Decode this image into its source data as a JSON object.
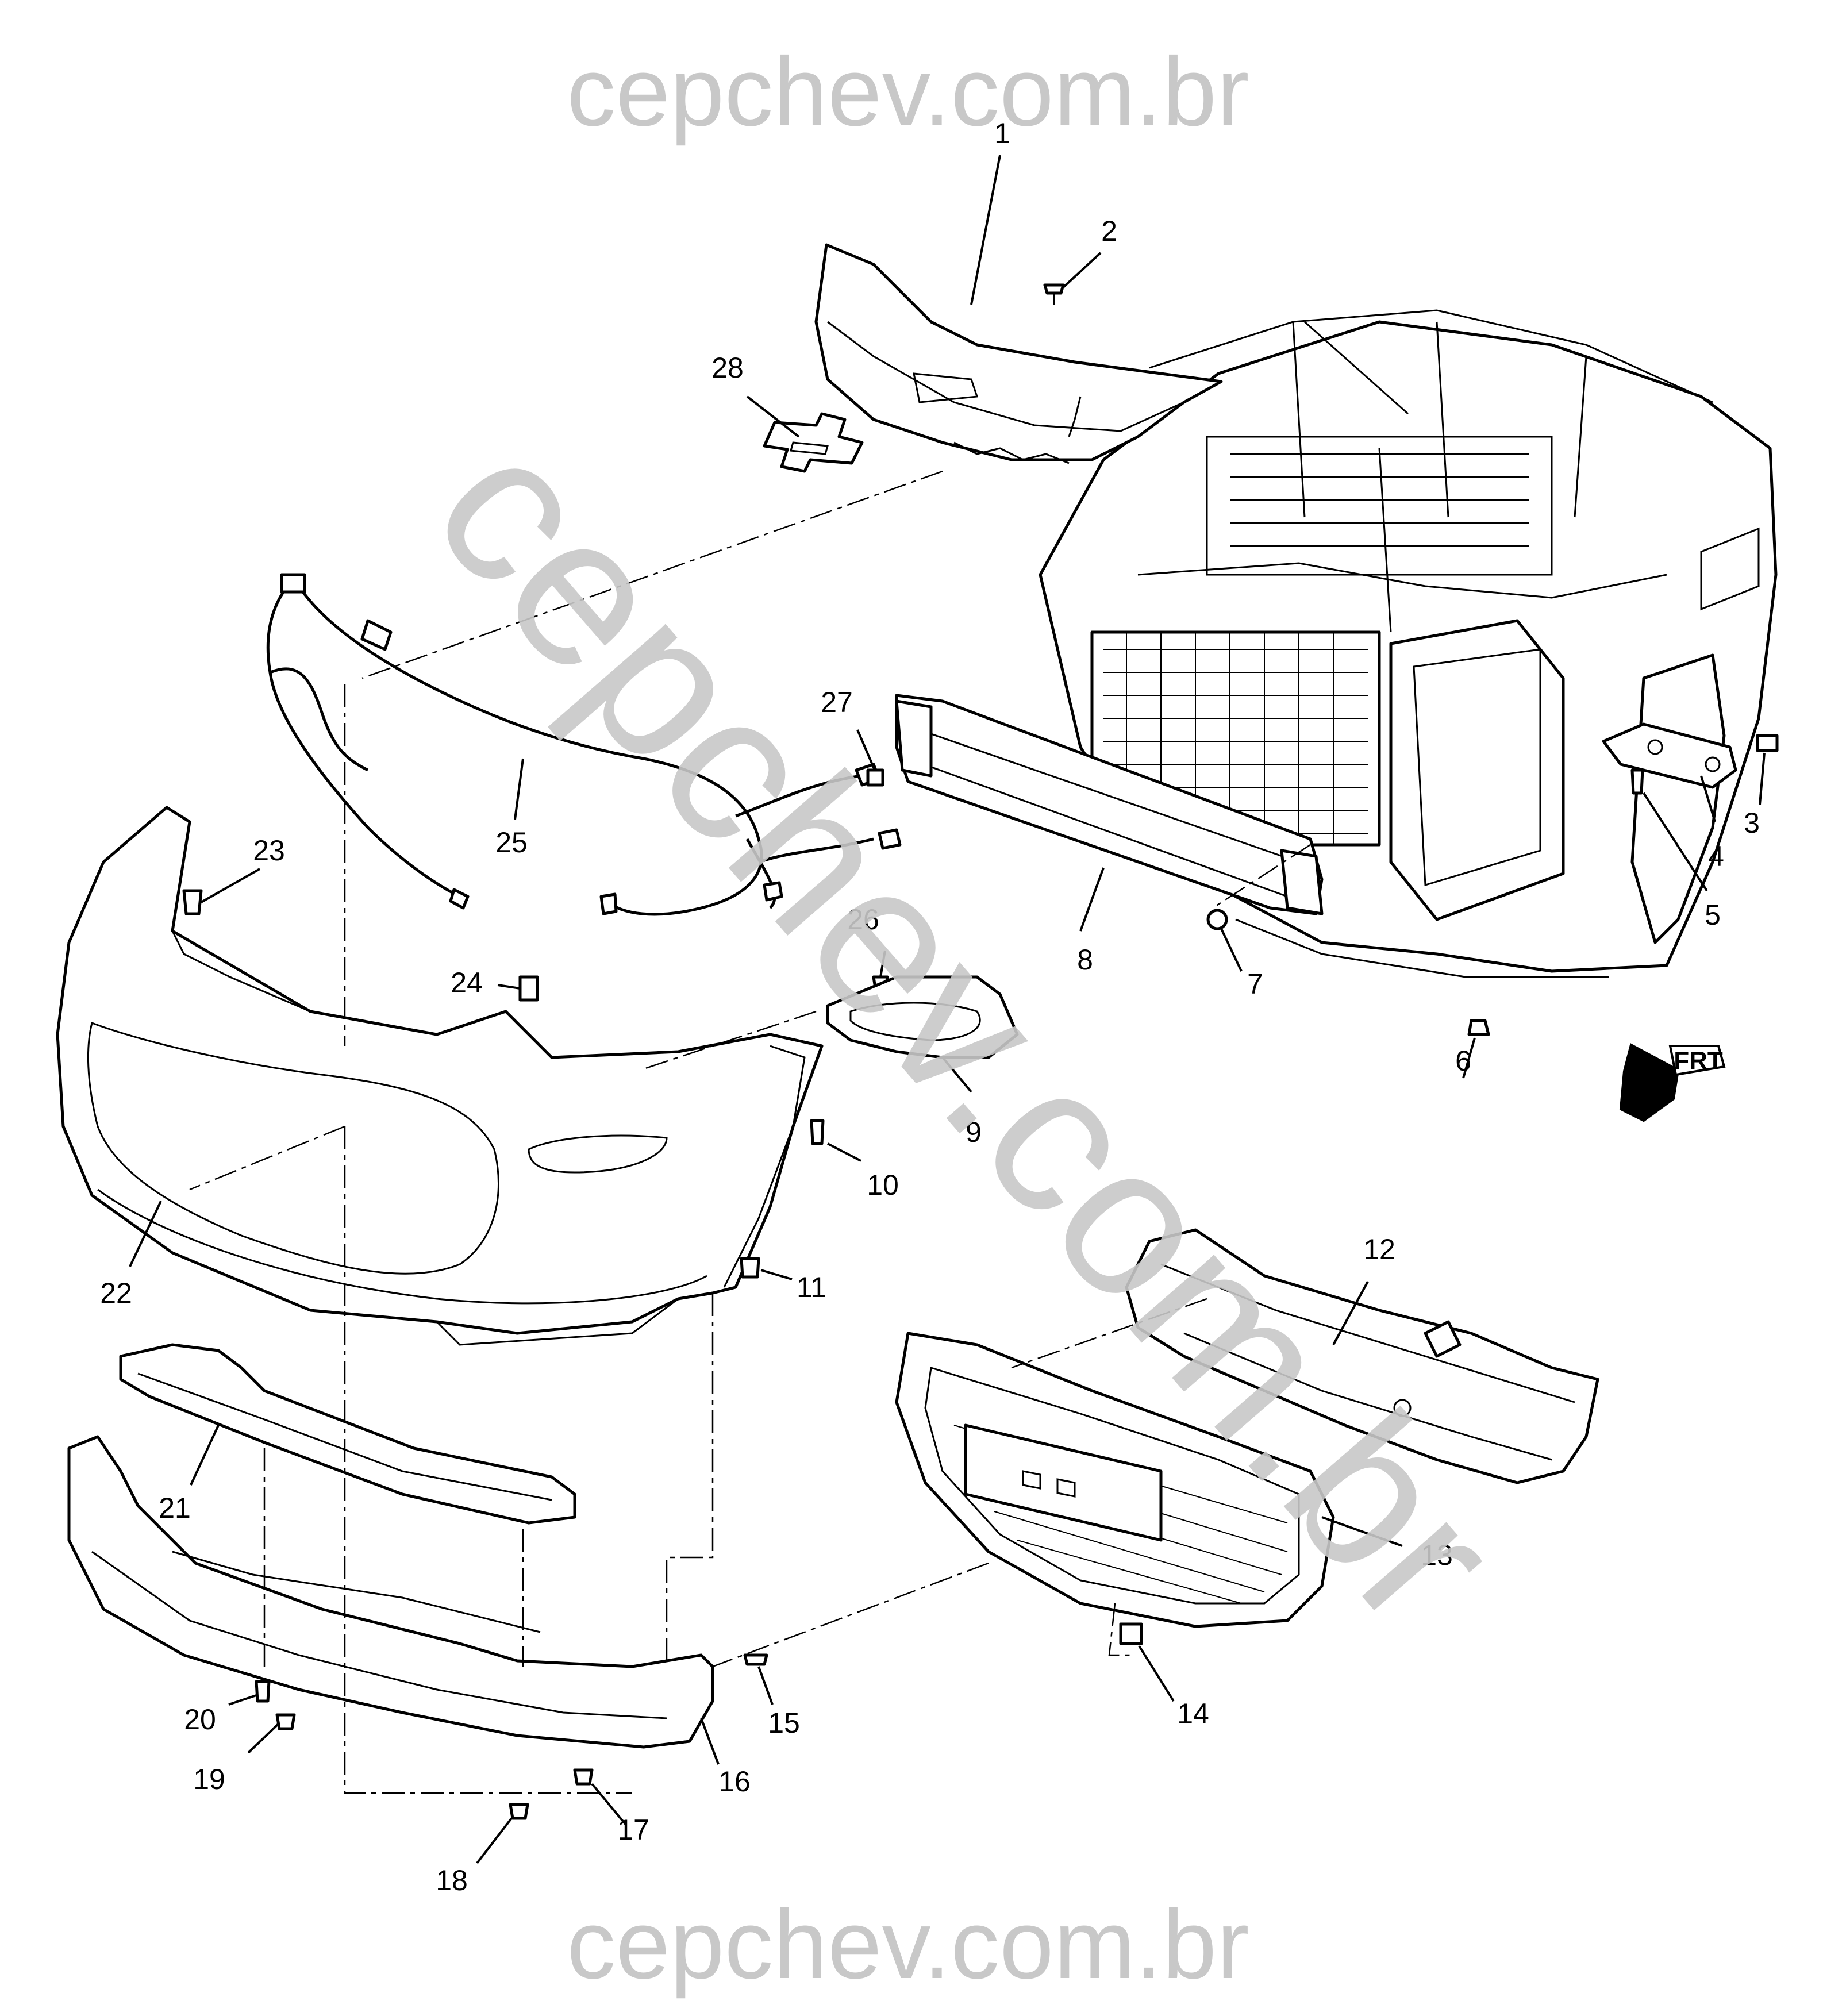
{
  "watermark": {
    "top": "cepchev.com.br",
    "diagonal": "cepchev.com.br",
    "bottom": "cepchev.com.br"
  },
  "front_label": "FRT",
  "callouts": [
    "1",
    "2",
    "3",
    "4",
    "5",
    "6",
    "7",
    "8",
    "9",
    "10",
    "11",
    "12",
    "13",
    "14",
    "15",
    "16",
    "17",
    "18",
    "19",
    "20",
    "21",
    "22",
    "23",
    "24",
    "25",
    "26",
    "27",
    "28"
  ]
}
